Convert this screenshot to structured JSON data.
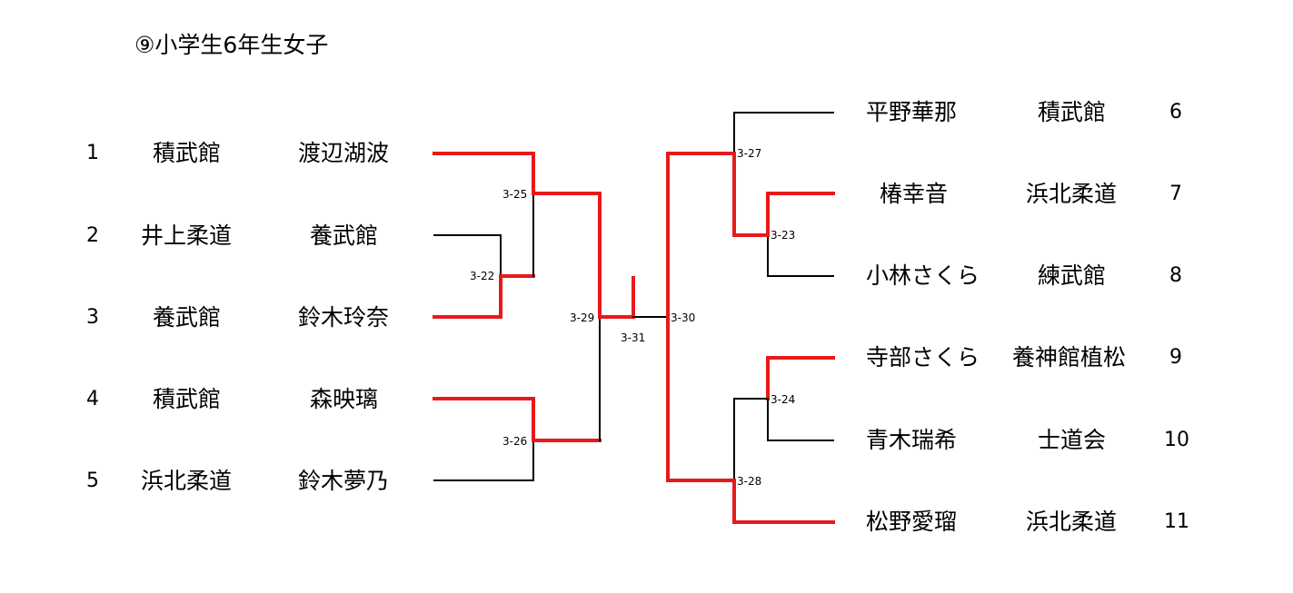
{
  "title": "⑨小学生6年生女子",
  "colors": {
    "winner": "#e8191a",
    "line": "#000000"
  },
  "left_entries": [
    {
      "seed": "1",
      "club": "積武館",
      "name": "渡辺湖波"
    },
    {
      "seed": "2",
      "club": "井上柔道",
      "name": "養武館"
    },
    {
      "seed": "3",
      "club": "養武館",
      "name": "鈴木玲奈"
    },
    {
      "seed": "4",
      "club": "積武館",
      "name": "森映璃"
    },
    {
      "seed": "5",
      "club": "浜北柔道",
      "name": "鈴木夢乃"
    }
  ],
  "right_entries": [
    {
      "seed": "6",
      "name": "平野華那",
      "club": "積武館"
    },
    {
      "seed": "7",
      "name": "椿幸音",
      "club": "浜北柔道"
    },
    {
      "seed": "8",
      "name": "小林さくら",
      "club": "練武館"
    },
    {
      "seed": "9",
      "name": "寺部さくら",
      "club": "養神館植松"
    },
    {
      "seed": "10",
      "name": "青木瑞希",
      "club": "士道会"
    },
    {
      "seed": "11",
      "name": "松野愛瑠",
      "club": "浜北柔道"
    }
  ],
  "matches": {
    "m22": "3-22",
    "m23": "3-23",
    "m24": "3-24",
    "m25": "3-25",
    "m26": "3-26",
    "m27": "3-27",
    "m28": "3-28",
    "m29": "3-29",
    "m30": "3-30",
    "m31": "3-31"
  }
}
